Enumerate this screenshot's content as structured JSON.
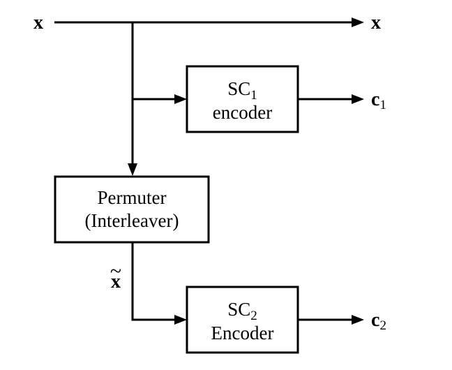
{
  "signals": {
    "input": "x",
    "output_x": "x",
    "c1_main": "c",
    "c1_sub": "1",
    "c2_main": "c",
    "c2_sub": "2",
    "x_tilde": "x",
    "tilde": "~"
  },
  "blocks": {
    "sc1": {
      "main": "SC",
      "sub": "1",
      "line2": "encoder"
    },
    "permuter": {
      "line1": "Permuter",
      "line2": "(Interleaver)"
    },
    "sc2": {
      "main": "SC",
      "sub": "2",
      "line2": "Encoder"
    }
  },
  "colors": {
    "ink": "#000000",
    "background": "#ffffff"
  }
}
